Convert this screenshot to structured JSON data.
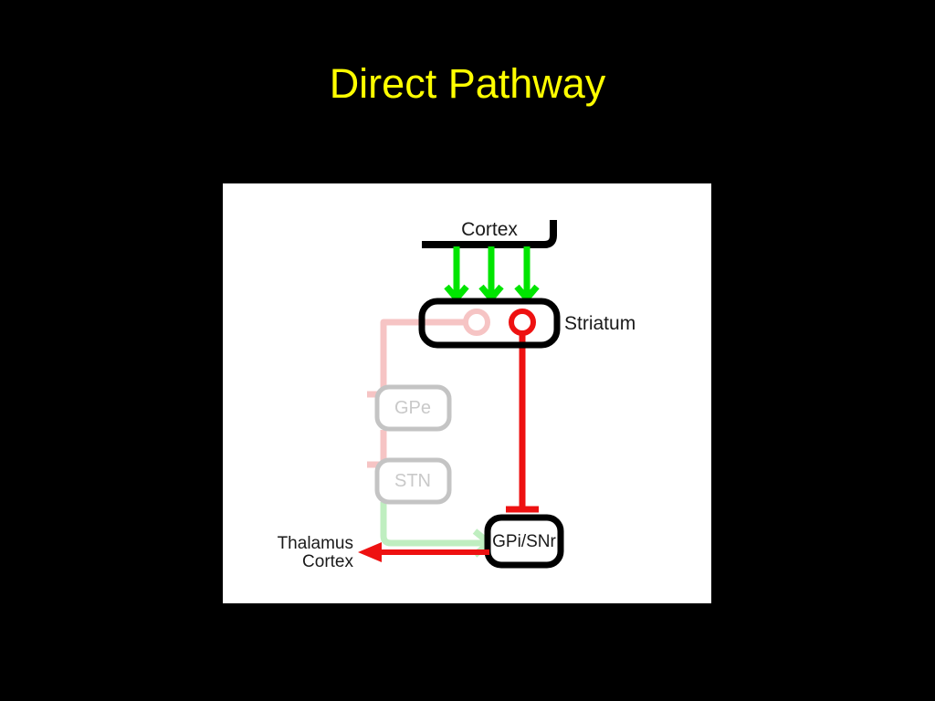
{
  "slide": {
    "title": "Direct Pathway",
    "title_color": "#ffff00",
    "background_color": "#000000",
    "panel_background_color": "#ffffff"
  },
  "diagram": {
    "name": "basal-ganglia-direct-pathway",
    "nodes": {
      "cortex": {
        "label": "Cortex",
        "state": "active",
        "color": "#000000"
      },
      "striatum": {
        "label": "Striatum",
        "state": "active",
        "color": "#000000"
      },
      "gpe": {
        "label": "GPe",
        "state": "faded",
        "color": "#c4c4c4"
      },
      "stn": {
        "label": "STN",
        "state": "faded",
        "color": "#c4c4c4"
      },
      "gpi_snr": {
        "label": "GPi/SNr",
        "state": "active",
        "color": "#000000"
      },
      "output": {
        "label_line1": "Thalamus",
        "label_line2": "Cortex",
        "state": "active",
        "color": "#1a1a1a"
      }
    },
    "connections": [
      {
        "id": "cortex-to-striatum-1",
        "from": "cortex",
        "to": "striatum",
        "type": "excitatory",
        "color": "#00e500",
        "state": "active"
      },
      {
        "id": "cortex-to-striatum-2",
        "from": "cortex",
        "to": "striatum",
        "type": "excitatory",
        "color": "#00e500",
        "state": "active"
      },
      {
        "id": "cortex-to-striatum-3",
        "from": "cortex",
        "to": "striatum",
        "type": "excitatory",
        "color": "#00e500",
        "state": "active"
      },
      {
        "id": "striatum-to-gpe",
        "from": "striatum",
        "to": "gpe",
        "type": "inhibitory",
        "color": "#f6c4c4",
        "state": "faded"
      },
      {
        "id": "gpe-to-stn",
        "from": "gpe",
        "to": "stn",
        "type": "inhibitory",
        "color": "#f6c4c4",
        "state": "faded"
      },
      {
        "id": "stn-to-gpi",
        "from": "stn",
        "to": "gpi_snr",
        "type": "excitatory",
        "color": "#bfeec0",
        "state": "faded"
      },
      {
        "id": "striatum-to-gpi",
        "from": "striatum",
        "to": "gpi_snr",
        "type": "inhibitory",
        "color": "#ee1111",
        "state": "active"
      },
      {
        "id": "gpi-to-thalamus",
        "from": "gpi_snr",
        "to": "output",
        "type": "inhibitory-arrow",
        "color": "#ee1111",
        "state": "active"
      }
    ],
    "legend_colors": {
      "excitatory_active": "#00e500",
      "excitatory_faded": "#bfeec0",
      "inhibitory_active": "#ee1111",
      "inhibitory_faded": "#f6c4c4",
      "node_active": "#000000",
      "node_faded": "#c4c4c4"
    }
  }
}
